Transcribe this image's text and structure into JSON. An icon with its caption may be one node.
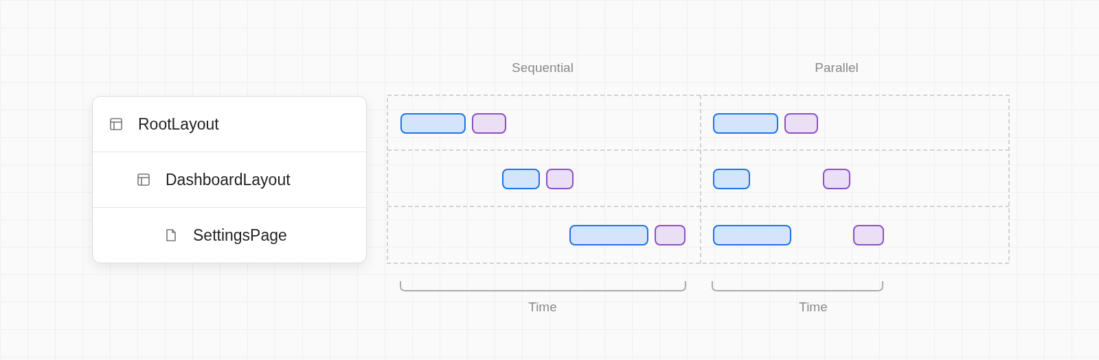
{
  "diagram": {
    "nodes": [
      {
        "text": [
          "RootLayout"
        ]
      },
      {
        "text": [
          "DashboardLayout"
        ]
      },
      {
        "text": [
          "SettingsPage"
        ]
      }
    ],
    "labels": [
      "Sequential",
      "Parallel",
      "Time",
      "Time"
    ]
  }
}
